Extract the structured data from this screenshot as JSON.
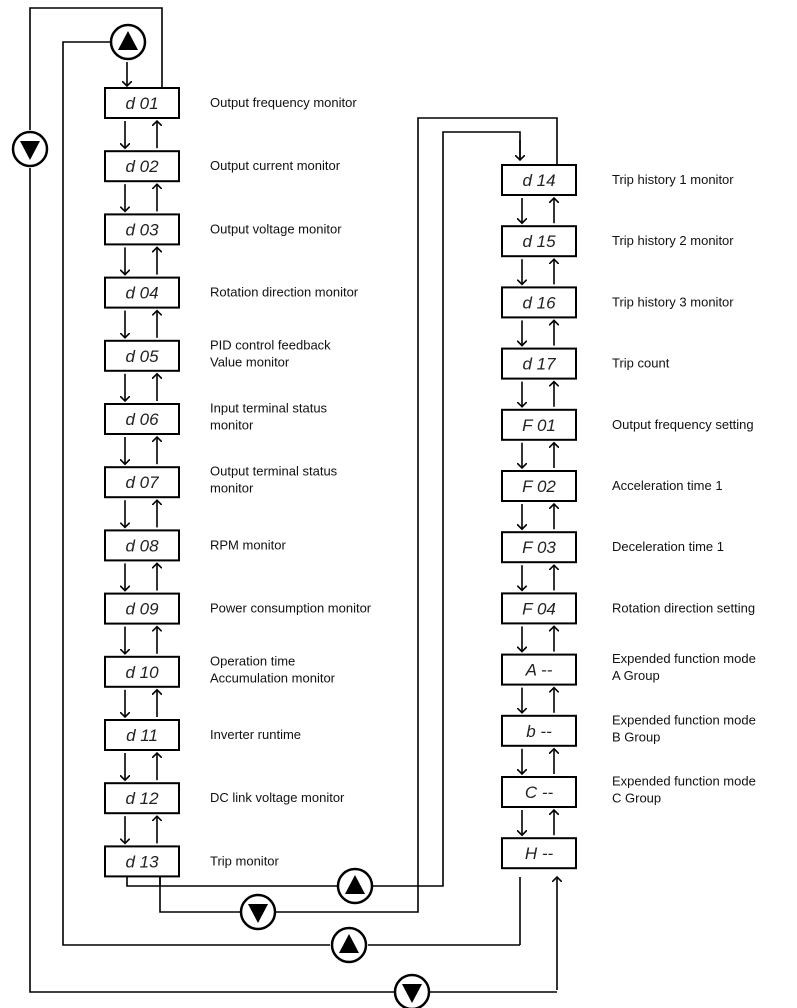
{
  "left_column": [
    {
      "code": "d 01",
      "desc": [
        "Output frequency monitor"
      ]
    },
    {
      "code": "d 02",
      "desc": [
        "Output current monitor"
      ]
    },
    {
      "code": "d 03",
      "desc": [
        "Output voltage monitor"
      ]
    },
    {
      "code": "d 04",
      "desc": [
        "Rotation direction monitor"
      ]
    },
    {
      "code": "d 05",
      "desc": [
        "PID control feedback",
        "Value monitor"
      ]
    },
    {
      "code": "d 06",
      "desc": [
        "Input terminal status",
        "monitor"
      ]
    },
    {
      "code": "d 07",
      "desc": [
        "Output terminal status",
        "monitor"
      ]
    },
    {
      "code": "d 08",
      "desc": [
        "RPM monitor"
      ]
    },
    {
      "code": "d 09",
      "desc": [
        "Power consumption monitor"
      ]
    },
    {
      "code": "d 10",
      "desc": [
        "Operation time",
        "Accumulation monitor"
      ]
    },
    {
      "code": "d 11",
      "desc": [
        "Inverter runtime"
      ]
    },
    {
      "code": "d 12",
      "desc": [
        "DC link voltage monitor"
      ]
    },
    {
      "code": "d 13",
      "desc": [
        "Trip monitor"
      ]
    }
  ],
  "right_column": [
    {
      "code": "d 14",
      "desc": [
        "Trip history 1 monitor"
      ]
    },
    {
      "code": "d 15",
      "desc": [
        "Trip history 2 monitor"
      ]
    },
    {
      "code": "d 16",
      "desc": [
        "Trip history 3 monitor"
      ]
    },
    {
      "code": "d 17",
      "desc": [
        "Trip count"
      ]
    },
    {
      "code": "F 01",
      "desc": [
        "Output frequency setting"
      ]
    },
    {
      "code": "F 02",
      "desc": [
        "Acceleration time 1"
      ]
    },
    {
      "code": "F 03",
      "desc": [
        "Deceleration time 1"
      ]
    },
    {
      "code": "F 04",
      "desc": [
        "Rotation direction setting"
      ]
    },
    {
      "code": "A --",
      "desc": [
        "Expended function mode",
        "A Group"
      ]
    },
    {
      "code": "b --",
      "desc": [
        "Expended function mode",
        "B Group"
      ]
    },
    {
      "code": "C --",
      "desc": [
        "Expended function mode",
        "C Group"
      ]
    },
    {
      "code": "H --",
      "desc": []
    }
  ],
  "buttons": {
    "up_icon": "up-triangle-button-icon",
    "down_icon": "down-triangle-button-icon"
  }
}
